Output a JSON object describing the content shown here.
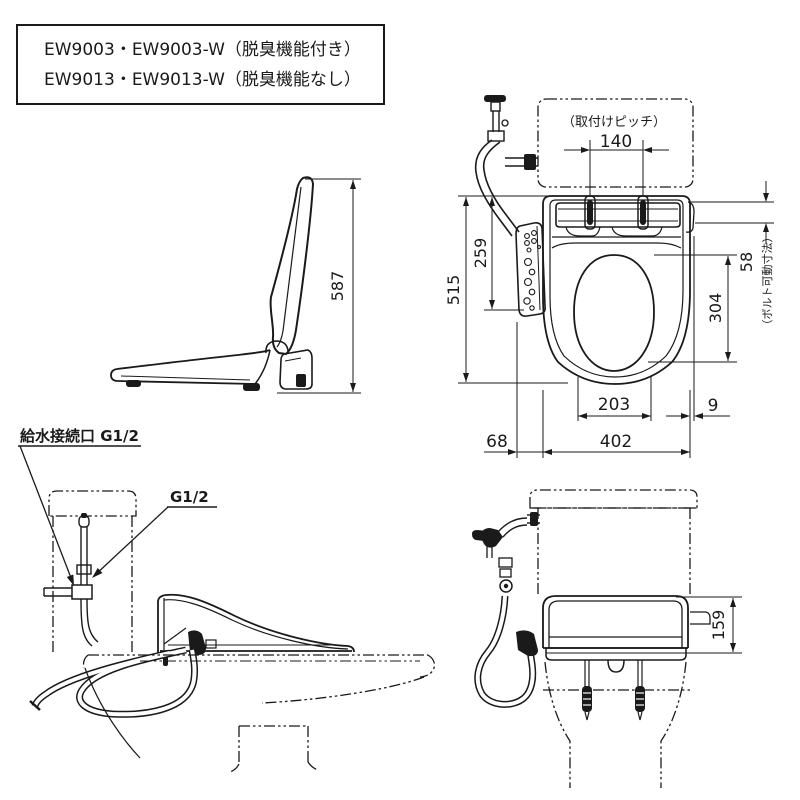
{
  "header": {
    "line1": "EW9003・EW9003-W（脱臭機能付き）",
    "line2": "EW9013・EW9013-W（脱臭機能なし）"
  },
  "side_view_open": {
    "height_lid_open": "587"
  },
  "top_view": {
    "pitch_note": "（取付けピッチ）",
    "pitch": "140",
    "depth_total": "515",
    "panel_depth": "259",
    "bolt_range": "58",
    "bolt_range_note": "（ボルト可動寸法）",
    "opening_length": "304",
    "opening_width": "203",
    "edge_gap": "9",
    "panel_overhang": "68",
    "width_total": "402"
  },
  "installed_view": {
    "supply_port_label": "給水接続口 G1/2",
    "thread_label": "G1/2"
  },
  "rear_view": {
    "back_height": "159"
  }
}
